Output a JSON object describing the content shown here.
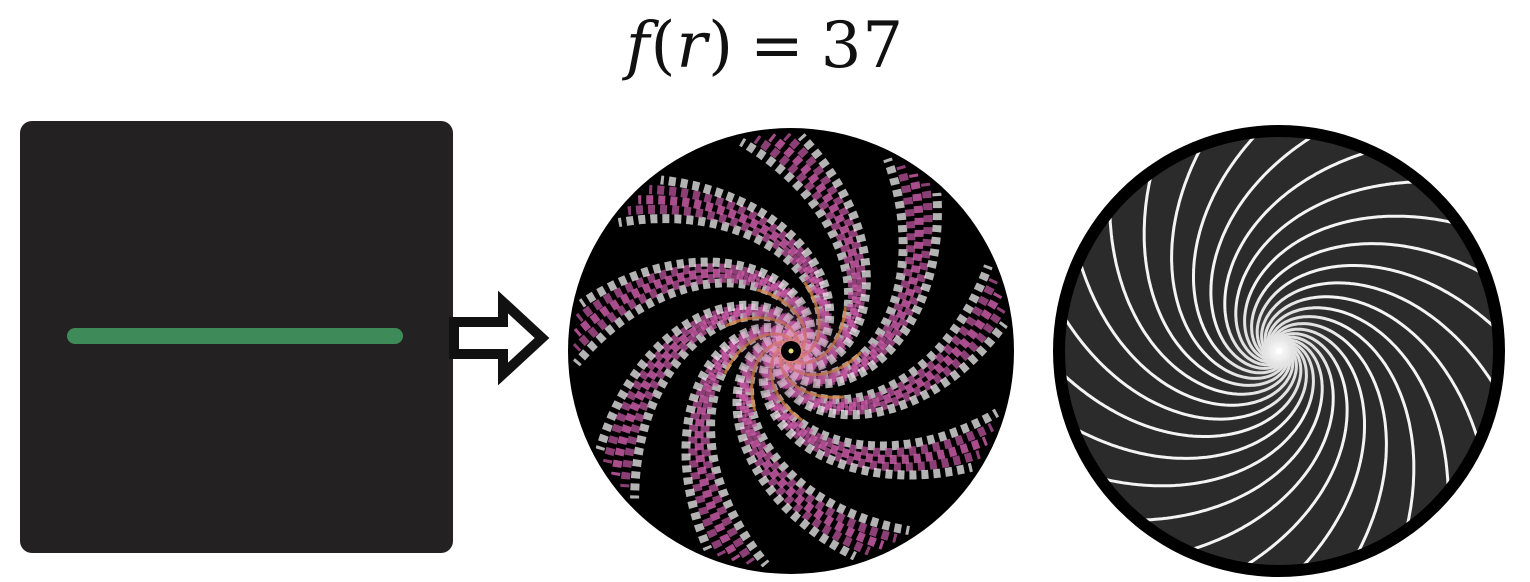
{
  "formula": {
    "function": "f",
    "variable": "r",
    "equals": "=",
    "value": "37"
  },
  "colors": {
    "panel_background": "#232122",
    "line_segment": "#3e8a58",
    "arrow_stroke": "#111111",
    "disk_background": "#000000",
    "spiral_white": "#ffffff",
    "spiral_pink": "#c85aa6",
    "spiral_orange": "#d98a4a",
    "right_disk_background": "#2b2b2b"
  },
  "icons": {
    "arrow": "double-line-right-arrow-icon"
  }
}
